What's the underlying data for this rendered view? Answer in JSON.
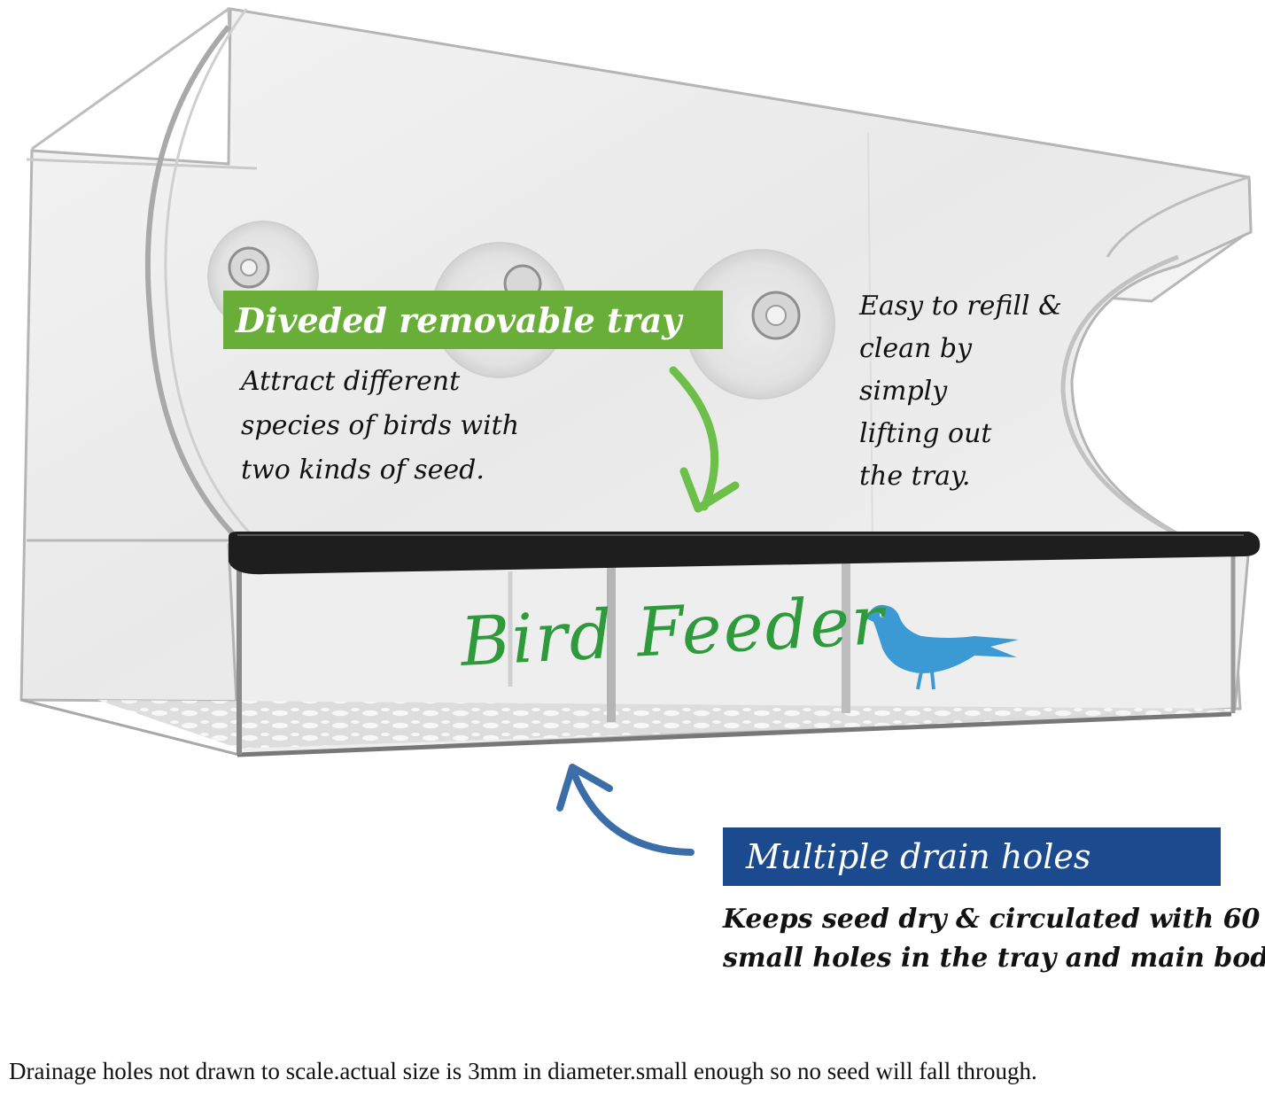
{
  "colors": {
    "green_label": "#6aae3a",
    "blue_label": "#1b4a8f",
    "brand_text": "#2e9a3c",
    "bird_icon": "#3b9ad3",
    "tray_bar": "#1e1e1e"
  },
  "product": {
    "brand_text": "Bird Feeder"
  },
  "callouts": {
    "tray": {
      "title": "Diveded removable tray",
      "lines": [
        "Attract different",
        "species of birds with",
        "two kinds of seed."
      ]
    },
    "refill": {
      "lines": [
        "Easy to refill &",
        "clean by",
        "simply",
        "lifting out",
        "the tray."
      ]
    },
    "drain": {
      "title": "Multiple drain holes",
      "lines": [
        "Keeps seed dry & circulated with 60",
        "small holes in the tray and main body."
      ]
    }
  },
  "footnote": "Drainage holes not drawn to scale.actual size is 3mm in diameter.small enough so no seed will fall through.",
  "icons": [
    "suction-cup-icon",
    "green-arrow-icon",
    "blue-arrow-icon",
    "bird-icon"
  ]
}
